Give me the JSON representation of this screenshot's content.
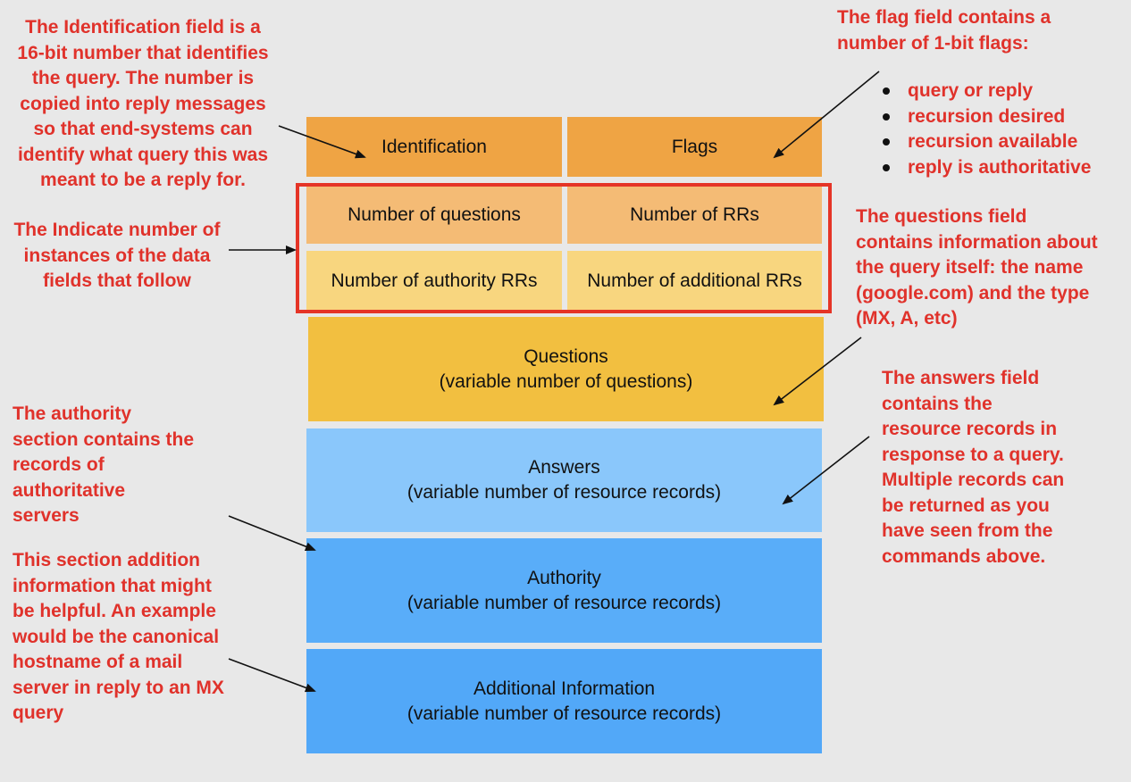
{
  "diagram": {
    "cells": {
      "identification": "Identification",
      "flags": "Flags",
      "num_questions": "Number of questions",
      "num_rrs": "Number of RRs",
      "num_authority": "Number of authority RRs",
      "num_additional": "Number of additional RRs",
      "questions_title": "Questions",
      "questions_sub": "(variable number of questions)",
      "answers_title": "Answers",
      "answers_sub": "(variable number of resource records)",
      "authority_title": "Authority",
      "authority_sub": "(variable number of resource records)",
      "additional_title": "Additional Information",
      "additional_sub": "(variable number of resource records)"
    },
    "notes": {
      "identification": [
        "The Identification field is a",
        "16-bit number that identifies",
        "the query. The number is",
        "copied into reply messages",
        "so that end-systems can",
        "identify what query this was",
        "meant to be a reply for."
      ],
      "flags": [
        "The flag field contains a",
        "number of 1-bit flags:"
      ],
      "flag_list": [
        "query or reply",
        "recursion desired",
        "recursion available",
        "reply is authoritative"
      ],
      "counts": [
        "The Indicate number of",
        "instances of the data",
        "fields that follow"
      ],
      "questions": [
        "The questions field",
        "contains information about",
        "the query itself: the name",
        "(google.com) and the type",
        "(MX, A, etc)"
      ],
      "answers": [
        "The answers field",
        "contains the",
        "resource records in",
        "response to a query.",
        "Multiple records can",
        "be returned as you",
        "have seen from the",
        "commands above."
      ],
      "authority": [
        "The authority",
        "section contains the",
        "records of",
        "authoritative",
        "servers"
      ],
      "additional": [
        "This section addition",
        "information that might",
        "be helpful. An example",
        "would be the canonical",
        "hostname of a mail",
        "server in reply to an MX",
        "query"
      ]
    },
    "colors": {
      "annotation": "#e0322b",
      "highlight_box": "#e53426",
      "header": "#efa444",
      "count_row1": "#f4bb75",
      "count_row2": "#f8d67f",
      "questions": "#f2bf40",
      "answers": "#8ac7fb",
      "authority": "#59adf9",
      "additional": "#52a8f8"
    }
  }
}
